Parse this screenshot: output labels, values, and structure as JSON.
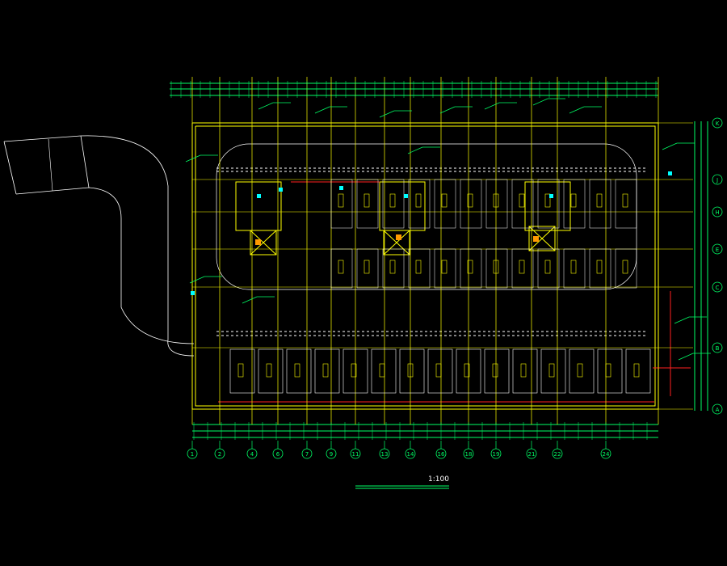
{
  "drawing": {
    "title": "",
    "scale": "1:100",
    "colors": {
      "background": "#000000",
      "wall": "#ffff00",
      "grid": "#00ff66",
      "dimension": "#00ff66",
      "pipe": "#ff2020",
      "accent": "#00ffff",
      "annotation": "#ffffff"
    }
  },
  "axes": {
    "bottom": [
      "1",
      "2",
      "4",
      "6",
      "7",
      "9",
      "11",
      "13",
      "14",
      "16",
      "18",
      "19",
      "21",
      "22",
      "24"
    ],
    "right": [
      "K",
      "J",
      "H",
      "E",
      "C",
      "B",
      "A"
    ]
  }
}
